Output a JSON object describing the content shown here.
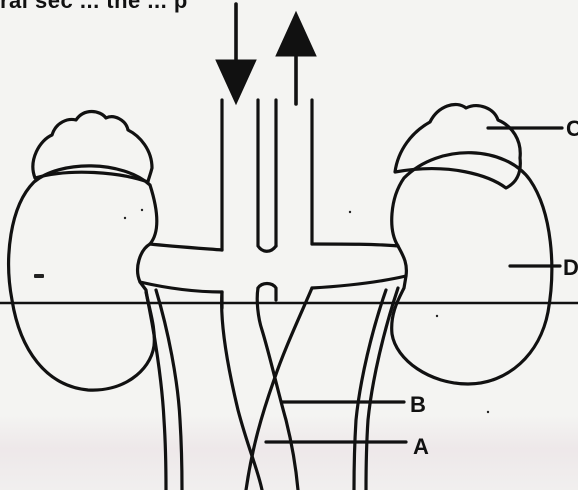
{
  "header_text": "ral sec ... the ... p",
  "labels": {
    "a": "A",
    "b": "B",
    "c": "C",
    "d": "D"
  },
  "arrows": {
    "left": "down",
    "right": "up"
  }
}
